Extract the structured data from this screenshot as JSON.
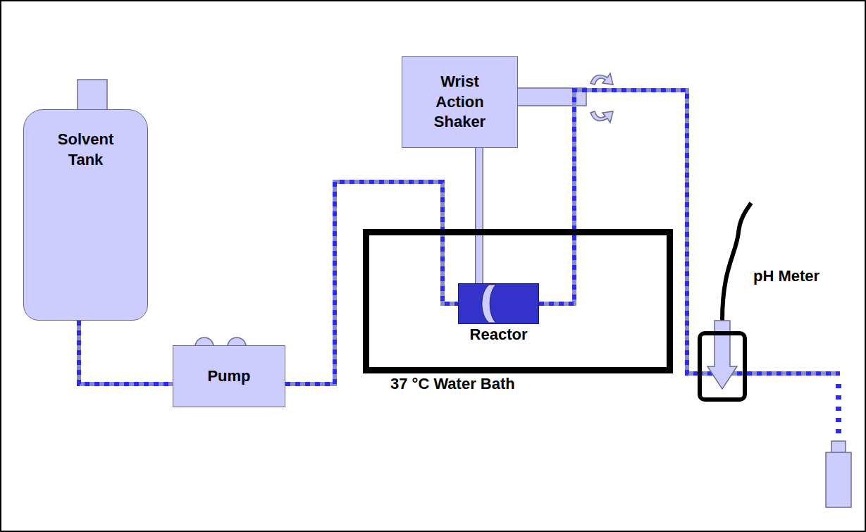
{
  "diagram": {
    "nodes": [
      {
        "text": [
          "Wrist Action Shaker"
        ]
      },
      {
        "text": [
          "Solvent Tank"
        ]
      },
      {
        "text": [
          "37 °C Water Bath"
        ]
      },
      {
        "text": [
          "Reactor"
        ],
        "in": 2
      },
      {
        "text": [
          "Pump"
        ]
      },
      {
        "text": [
          "pH Meter"
        ]
      }
    ],
    "edges": [
      {
        "from": 1,
        "to": 4,
        "arrow": "none"
      },
      {
        "from": 4,
        "to": 3,
        "arrow": "none"
      },
      {
        "from": 3,
        "to": 5,
        "arrow": "none"
      },
      {
        "from": 0,
        "to": 3,
        "arrow": "none"
      }
    ]
  }
}
